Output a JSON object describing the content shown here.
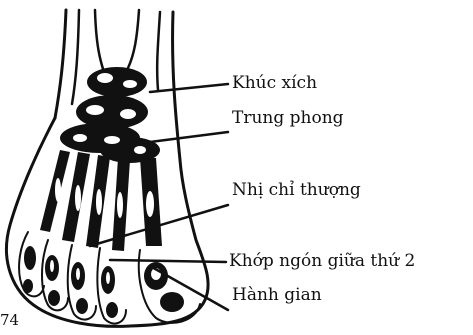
{
  "labels": {
    "khuc_xich": "Khúc xích",
    "trung_phong": "Trung phong",
    "nhi_chi_thuong": "Nhị chỉ thượng",
    "khop_ngon_giua_thu_2": "Khớp ngón giữa thứ 2",
    "hanh_gian": "Hành gian"
  },
  "figure_number": "74",
  "colors": {
    "ink": "#111111",
    "background": "#ffffff"
  }
}
